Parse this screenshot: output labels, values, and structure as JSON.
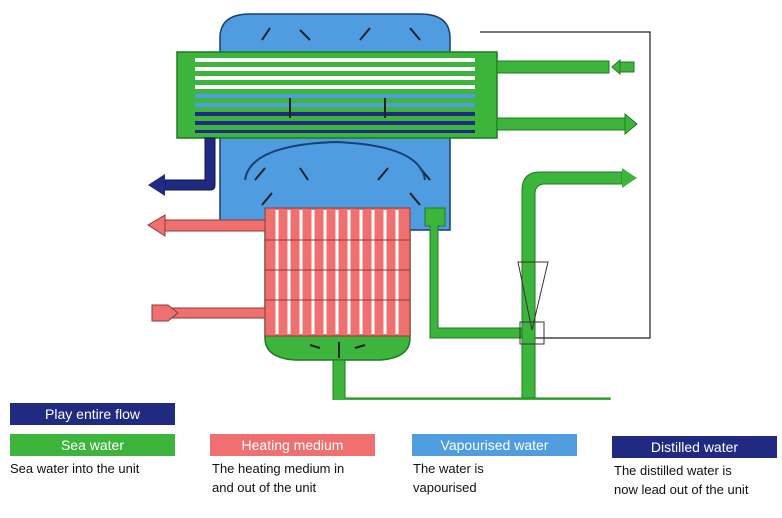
{
  "colors": {
    "sea_water": "#3db53d",
    "sea_water_dark": "#1f7a1f",
    "heating_medium": "#f07070",
    "vapourised_water": "#4f9de0",
    "distilled_water": "#1f2a80",
    "play_button": "#1f2a80",
    "line": "#222222"
  },
  "controls": {
    "play_label": "Play entire flow",
    "legend": [
      {
        "key": "sea_water",
        "label": "Sea water",
        "description": [
          "Sea water into the unit"
        ]
      },
      {
        "key": "heating_medium",
        "label": "Heating medium",
        "description": [
          "The heating medium in",
          "and out of the unit"
        ]
      },
      {
        "key": "vapourised_water",
        "label": "Vapourised water",
        "description": [
          "The water is",
          "vapourised"
        ]
      },
      {
        "key": "distilled_water",
        "label": "Distilled water",
        "description": [
          "The distilled water is",
          "now lead out of the unit"
        ]
      }
    ]
  }
}
